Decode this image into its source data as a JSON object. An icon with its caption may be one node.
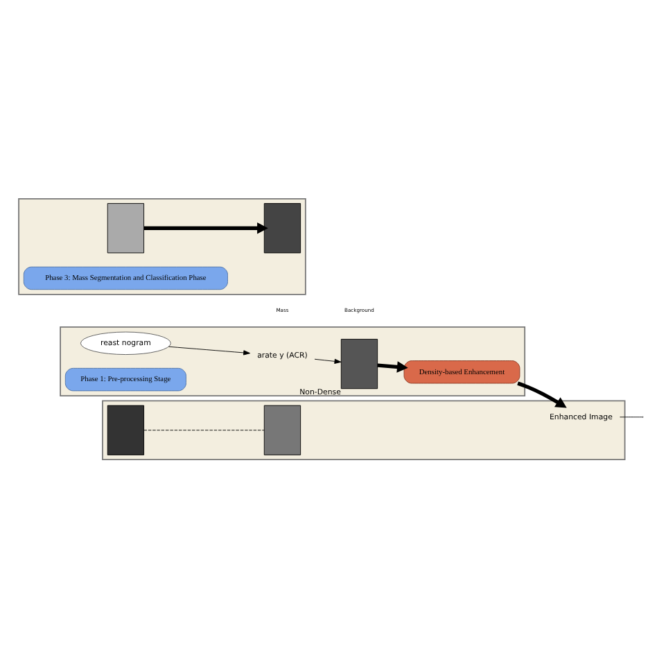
{
  "diagram": {
    "nodes": [
      {
        "text": [],
        "shape": "box"
      },
      {
        "text": [],
        "shape": "box"
      },
      {
        "text": [],
        "shape": "box"
      },
      {
        "text": [
          "reast nogram"
        ],
        "in": 0
      },
      {
        "text": [
          "Phase 1: Pre-processing Stage"
        ],
        "in": 0
      },
      {
        "text": [
          "arate y (ACR)"
        ],
        "in": 0
      },
      {
        "text": [],
        "shape": "box",
        "in": 0,
        "beside": [
          "Non-Dense"
        ]
      },
      {
        "text": [
          "Density-based Enhancement"
        ],
        "in": 0
      },
      {
        "text": [],
        "shape": "box",
        "in": 1
      },
      {
        "text": [],
        "shape": "box",
        "in": 1
      },
      {
        "text": [
          "Enhanced Image"
        ],
        "in": 1
      },
      {
        "text": [],
        "shape": "box",
        "in": 2
      },
      {
        "text": [],
        "shape": "box",
        "in": 2
      },
      {
        "text": [
          "Phase 3: Mass Segmentation and Classification Phase"
        ],
        "in": 2
      }
    ],
    "edges": [
      {
        "from": 3,
        "to": 5,
        "arrow": "to"
      },
      {
        "from": 5,
        "to": 6,
        "arrow": "to"
      },
      {
        "from": 6,
        "to": 7,
        "arrow": "to",
        "style": "thick"
      },
      {
        "from": 7,
        "to": 10,
        "arrow": "to",
        "style": "thick"
      },
      {
        "from": 8,
        "to": 9,
        "arrow": "none",
        "style": "dashed"
      },
      {
        "from": 10,
        "to": null,
        "arrow": "none"
      },
      {
        "from": 11,
        "to": 12,
        "arrow": "to",
        "style": "thick"
      }
    ],
    "labels": [
      "Mass",
      "Background"
    ]
  }
}
